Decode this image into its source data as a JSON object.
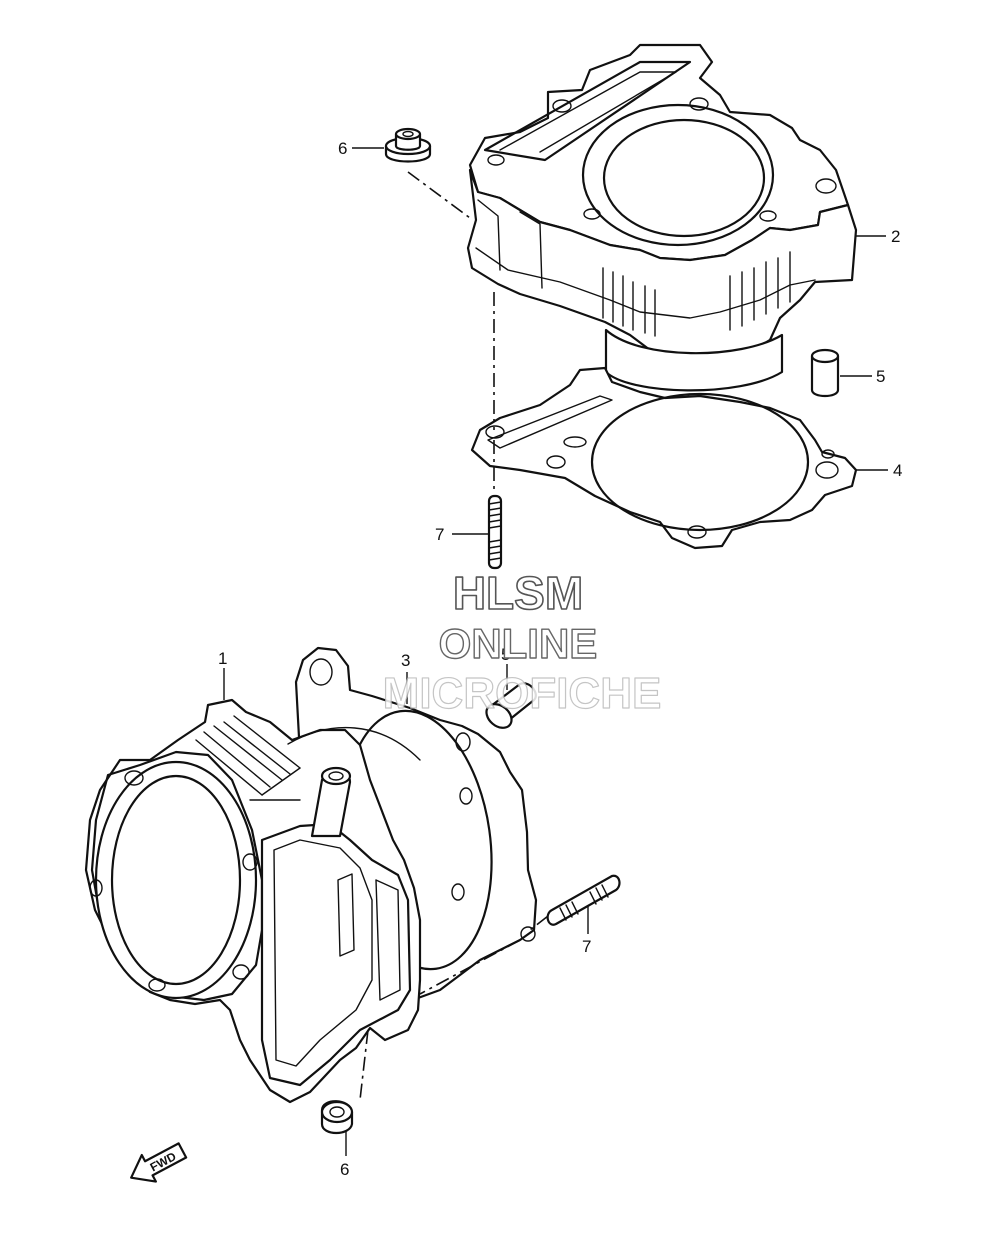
{
  "callouts": {
    "c1": "1",
    "c2": "2",
    "c3": "3",
    "c4": "4",
    "c5_upper": "5",
    "c5_lower": "5",
    "c6_upper": "6",
    "c6_lower": "6",
    "c7_upper": "7",
    "c7_lower": "7"
  },
  "watermark": {
    "line1": "HLSM",
    "line2": "ONLINE",
    "line3": "MICROFICHE"
  },
  "fwd_arrow": {
    "label": "FWD",
    "icon": "fwd-arrow-icon"
  },
  "colors": {
    "line": "#111111",
    "background": "#ffffff"
  }
}
